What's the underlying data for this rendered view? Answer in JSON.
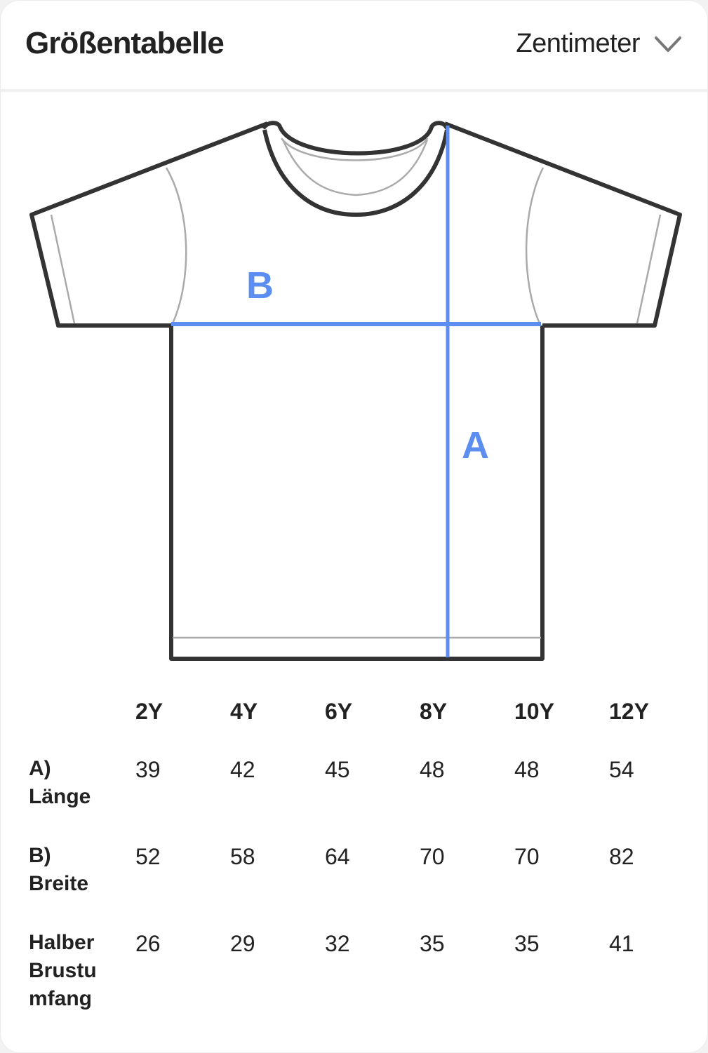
{
  "header": {
    "title": "Größentabelle",
    "unit_selected": "Zentimeter",
    "unit_icon": "chevron-down-icon"
  },
  "diagram": {
    "label_a": "A",
    "label_b": "B",
    "accent_color": "#5b8ef0",
    "outline_color": "#333333"
  },
  "table": {
    "columns": [
      "2Y",
      "4Y",
      "6Y",
      "8Y",
      "10Y",
      "12Y"
    ],
    "rows": [
      {
        "label_line1": "A)",
        "label_line2": "Länge",
        "label_line3": "",
        "values": [
          "39",
          "42",
          "45",
          "48",
          "48",
          "54"
        ]
      },
      {
        "label_line1": "B)",
        "label_line2": "Breite",
        "label_line3": "",
        "values": [
          "52",
          "58",
          "64",
          "70",
          "70",
          "82"
        ]
      },
      {
        "label_line1": "Halber",
        "label_line2": "Brustu",
        "label_line3": "mfang",
        "values": [
          "26",
          "29",
          "32",
          "35",
          "35",
          "41"
        ]
      }
    ]
  }
}
